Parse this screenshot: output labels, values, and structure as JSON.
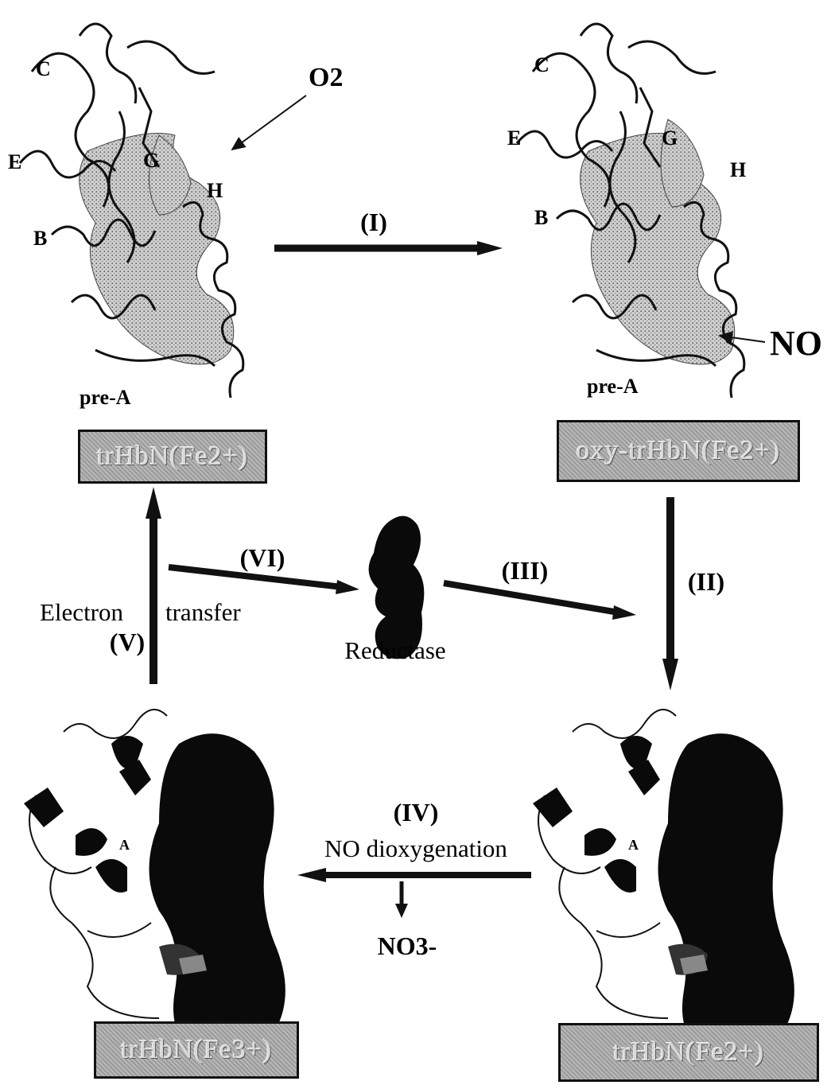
{
  "labels": {
    "o2": "O2",
    "no_top": "NO",
    "pre_a_left": "pre-A",
    "pre_a_right": "pre-A",
    "helix_c": "C",
    "helix_e": "E",
    "helix_g": "G",
    "helix_h": "H",
    "helix_b": "B",
    "step_1": "(I)",
    "step_2": "(II)",
    "step_3": "(III)",
    "step_4": "(IV)",
    "step_5": "(V)",
    "step_6": "(VI)",
    "electron": "Electron",
    "transfer": "transfer",
    "reductase": "Reductase",
    "no_dioxygenation": "NO dioxygenation",
    "nitrate": "NO3-"
  },
  "boxes": {
    "trhbn_fe2": "trHbN(Fe2+)",
    "oxy_trhbn_fe2": "oxy-trHbN(Fe2+)",
    "trhbn_fe3_bottom_left": "trHbN(Fe3+)",
    "trhbn_bottom_right": "trHbN(Fe2+)"
  },
  "colors": {
    "arrow": "#111111",
    "box_fill": "#a8a8a8",
    "structure_dark": "#0a0a0a",
    "stipple": "#8c8c8c"
  }
}
